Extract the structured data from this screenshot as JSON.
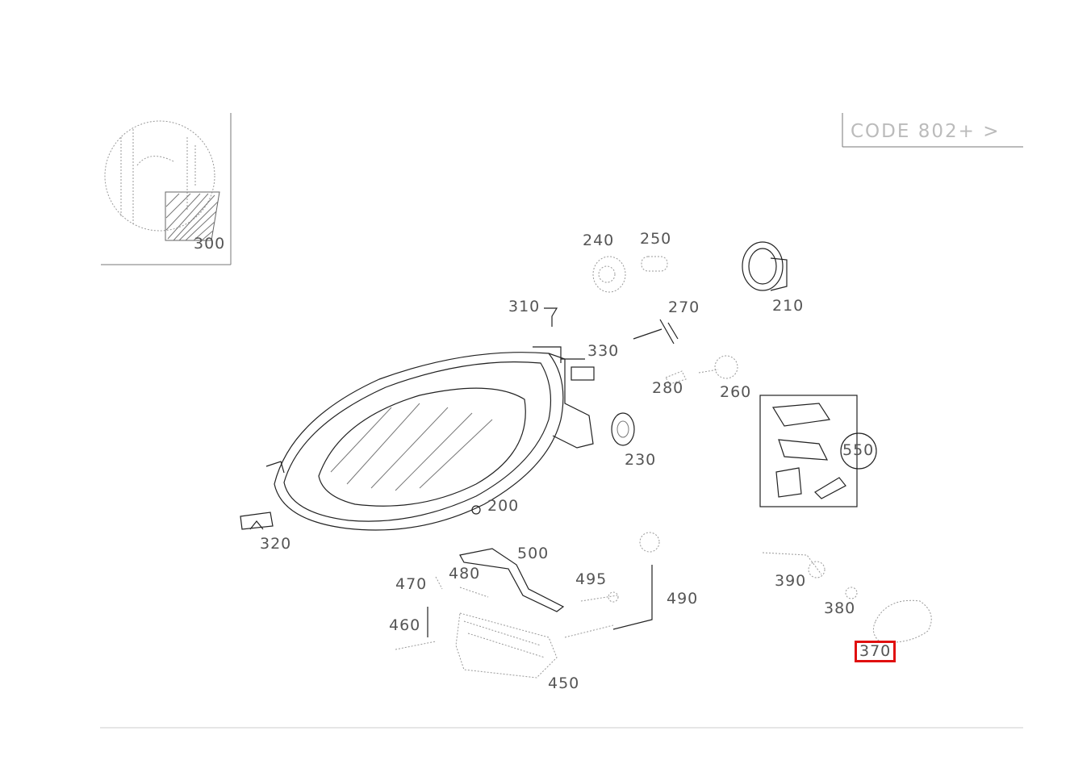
{
  "code_box": {
    "text": "CODE 802+ >"
  },
  "inset": {
    "label": "300"
  },
  "kit": {
    "label": "550"
  },
  "parts": [
    {
      "id": "200",
      "highlight": false
    },
    {
      "id": "210",
      "highlight": false
    },
    {
      "id": "230",
      "highlight": false
    },
    {
      "id": "240",
      "highlight": false
    },
    {
      "id": "250",
      "highlight": false
    },
    {
      "id": "260",
      "highlight": false
    },
    {
      "id": "270",
      "highlight": false
    },
    {
      "id": "280",
      "highlight": false
    },
    {
      "id": "310",
      "highlight": false
    },
    {
      "id": "320",
      "highlight": false
    },
    {
      "id": "330",
      "highlight": false
    },
    {
      "id": "370",
      "highlight": true
    },
    {
      "id": "380",
      "highlight": false
    },
    {
      "id": "390",
      "highlight": false
    },
    {
      "id": "450",
      "highlight": false
    },
    {
      "id": "460",
      "highlight": false
    },
    {
      "id": "470",
      "highlight": false
    },
    {
      "id": "480",
      "highlight": false
    },
    {
      "id": "490",
      "highlight": false
    },
    {
      "id": "495",
      "highlight": false
    },
    {
      "id": "500",
      "highlight": false
    }
  ],
  "colors": {
    "highlight": "#e01010",
    "line": "#222222",
    "faint": "#999999"
  }
}
